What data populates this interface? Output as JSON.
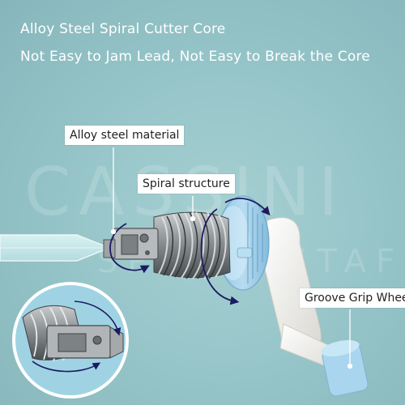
{
  "headline": {
    "line1": "Alloy Steel Spiral Cutter Core",
    "line2": "Not Easy to Jam Lead, Not Easy to Break the Core"
  },
  "watermark": {
    "line1": "CASSINI",
    "line2": "SPIRAL STAFF"
  },
  "callouts": {
    "alloy": "Alloy steel material",
    "spiral": "Spiral structure",
    "groove": "Groove Grip Wheel"
  },
  "colors": {
    "background": "#92c2c6",
    "wheel_blue": "#9ccbe8",
    "rotation_arrow": "#1b1b60",
    "body_white": "#f3f2ee",
    "steel": "#8e9396"
  }
}
